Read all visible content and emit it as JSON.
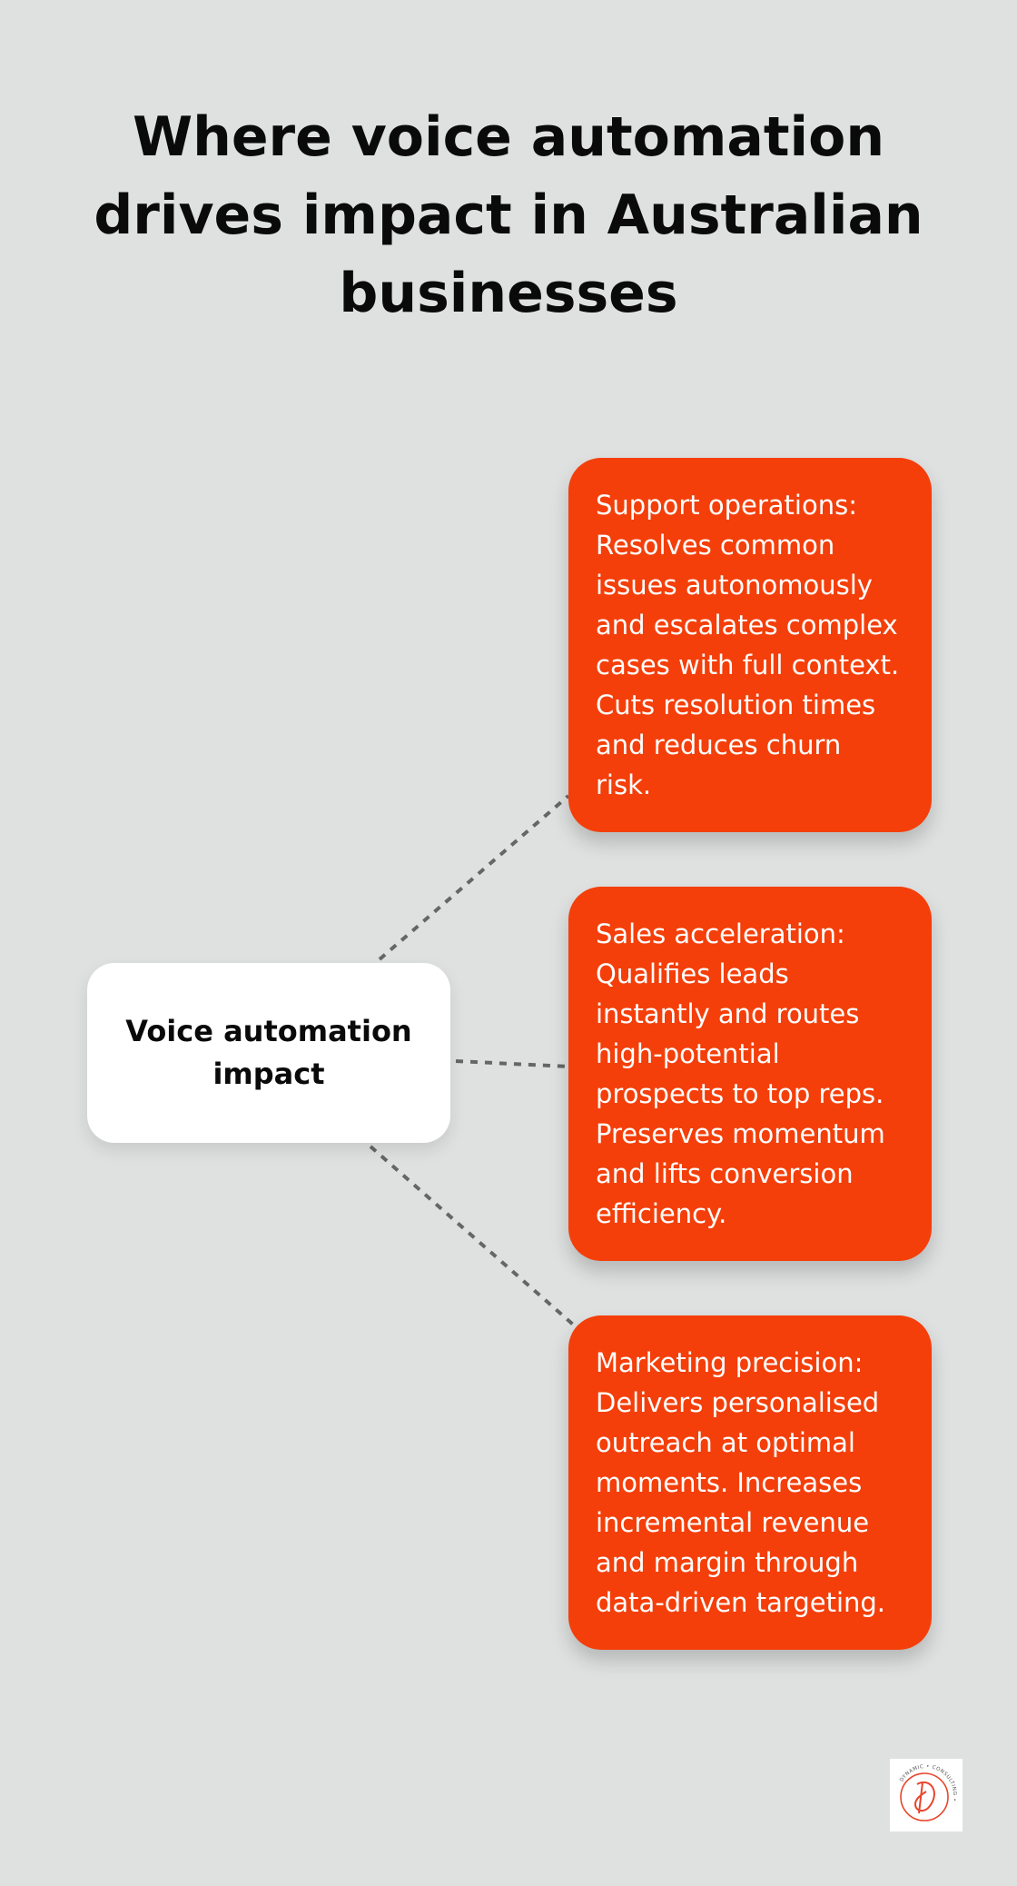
{
  "title": "Where voice automation drives impact in Australian businesses",
  "center": {
    "label": "Voice automation impact"
  },
  "cards": [
    {
      "text": "Support operations:\nResolves common\nissues autonomously\nand escalates complex\ncases with full context.\nCuts resolution times\nand reduces churn\nrisk."
    },
    {
      "text": "Sales acceleration:\nQualifies leads\ninstantly and routes\nhigh-potential\nprospects to top reps.\nPreserves momentum\nand lifts conversion\nefficiency."
    },
    {
      "text": "Marketing precision:\nDelivers personalised\noutreach at optimal\nmoments. Increases\nincremental revenue\nand margin through\ndata-driven targeting."
    }
  ],
  "logo": {
    "icon": "dynamic-consulting-logo",
    "ring_text": "DYNAMIC • CONSULTING •",
    "accent": "#e8452c"
  },
  "colors": {
    "background": "#dfe1e1",
    "card": "#f43f0a",
    "connector": "#666666"
  }
}
